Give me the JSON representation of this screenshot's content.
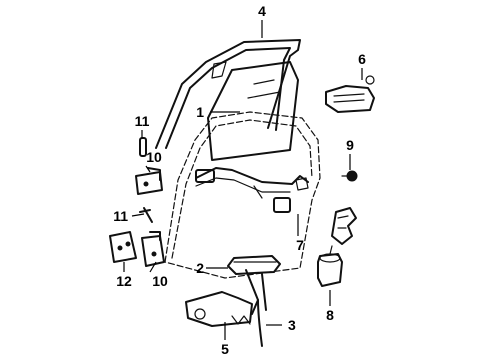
{
  "callouts": [
    {
      "id": "1",
      "label": "1"
    },
    {
      "id": "2",
      "label": "2"
    },
    {
      "id": "3",
      "label": "3"
    },
    {
      "id": "4",
      "label": "4"
    },
    {
      "id": "5",
      "label": "5"
    },
    {
      "id": "6",
      "label": "6"
    },
    {
      "id": "7",
      "label": "7"
    },
    {
      "id": "8",
      "label": "8"
    },
    {
      "id": "9",
      "label": "9"
    },
    {
      "id": "10a",
      "label": "10"
    },
    {
      "id": "10b",
      "label": "10"
    },
    {
      "id": "11a",
      "label": "11"
    },
    {
      "id": "11b",
      "label": "11"
    },
    {
      "id": "12",
      "label": "12"
    }
  ]
}
